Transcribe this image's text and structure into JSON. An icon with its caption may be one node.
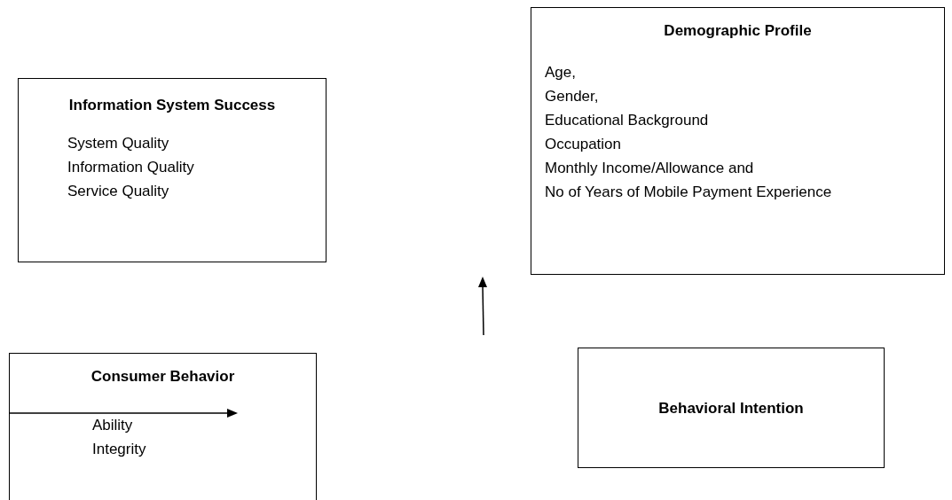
{
  "diagram": {
    "nodes": [
      {
        "text": [
          "Information System Success",
          "System Quality",
          "Information Quality",
          "Service Quality"
        ]
      },
      {
        "text": [
          "Demographic Profile",
          "Age,",
          "Gender,",
          "Educational Background",
          "Occupation",
          "Monthly Income/Allowance and",
          "No of Years of Mobile Payment Experience"
        ]
      },
      {
        "text": [
          "Consumer Behavior",
          "Ability",
          "Integrity"
        ]
      },
      {
        "text": [
          "Behavioral Intention"
        ]
      }
    ]
  }
}
